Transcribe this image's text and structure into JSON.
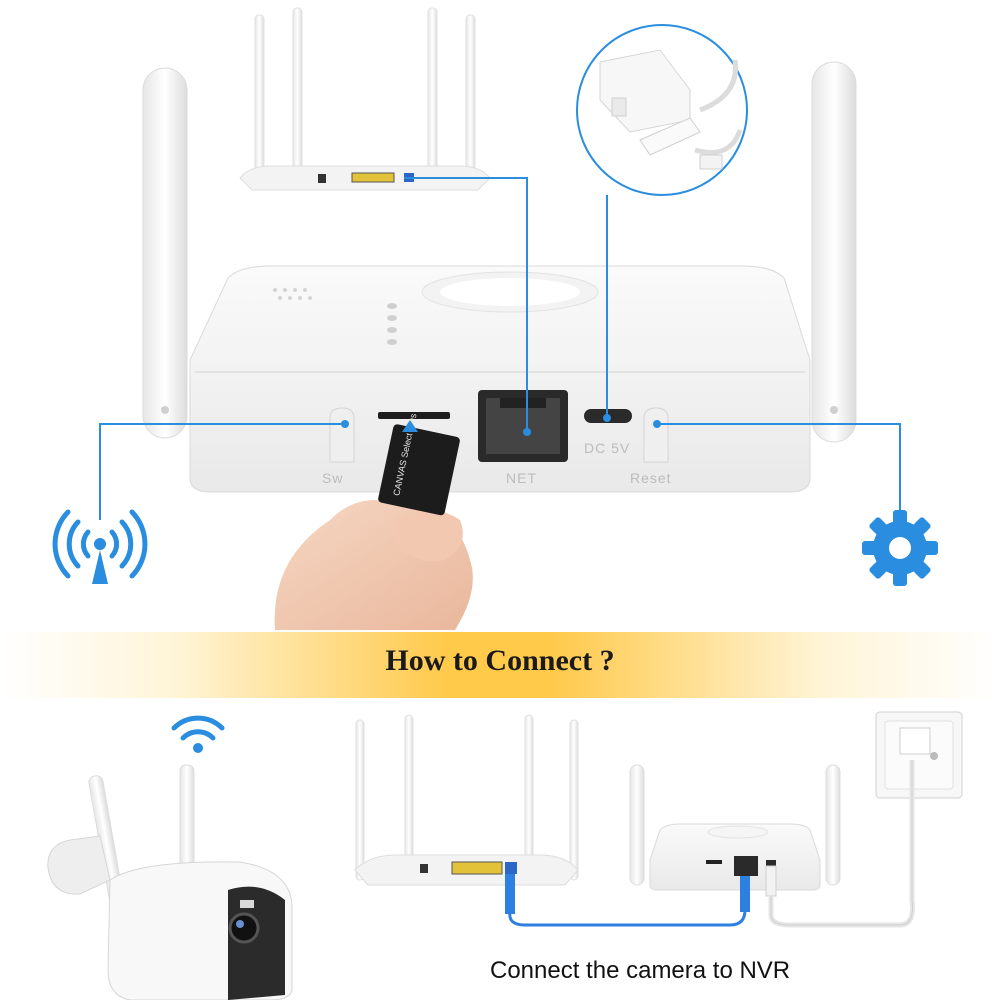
{
  "banner": {
    "title": "How to Connect ?"
  },
  "ports": {
    "switch_label": "Sw",
    "net_label": "NET",
    "dc_label": "DC 5V",
    "reset_label": "Reset"
  },
  "sdcard": {
    "brand_text": "CANVAS Select Plus"
  },
  "caption": "Connect the camera to NVR",
  "icons": {
    "wifi_antenna": "wifi-antenna-icon",
    "settings": "gear-icon",
    "wifi_signal": "wifi-signal-icon"
  },
  "colors": {
    "accent_blue": "#2a8de0",
    "banner_gold": "#ffc94a",
    "ethernet_blue": "#2d7fe0"
  }
}
